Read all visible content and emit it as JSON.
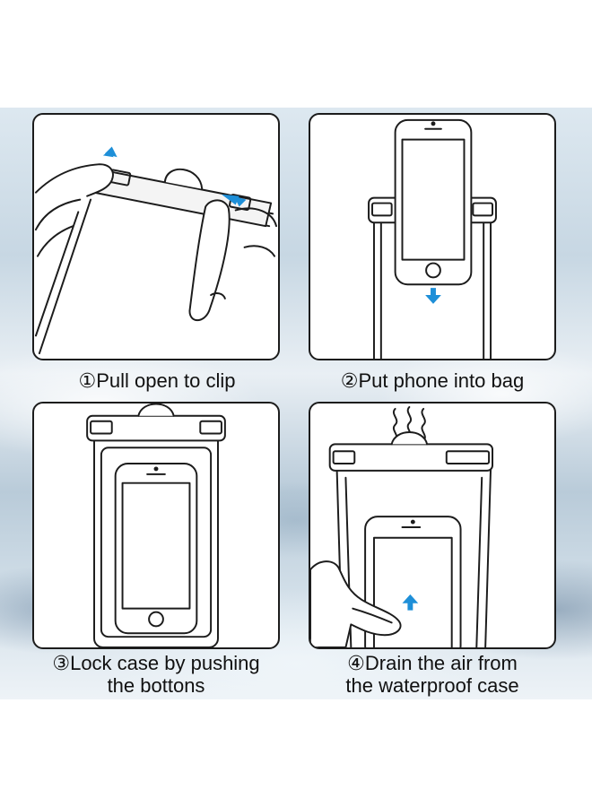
{
  "steps": [
    {
      "number": "①",
      "caption_lines": [
        "Pull open to clip"
      ]
    },
    {
      "number": "②",
      "caption_lines": [
        "Put phone into bag"
      ]
    },
    {
      "number": "③",
      "caption_lines": [
        "Lock case by pushing",
        "the bottons"
      ]
    },
    {
      "number": "④",
      "caption_lines": [
        "Drain the air from",
        "the waterproof case"
      ]
    }
  ],
  "colors": {
    "arrow": "#1e8fd8",
    "outline": "#1c1c1c",
    "frame_border": "#1c1c1c"
  },
  "icons": [
    "arrow-left-icon",
    "arrow-right-icon",
    "arrow-down-icon",
    "arrow-up-icon",
    "steam-icon"
  ]
}
